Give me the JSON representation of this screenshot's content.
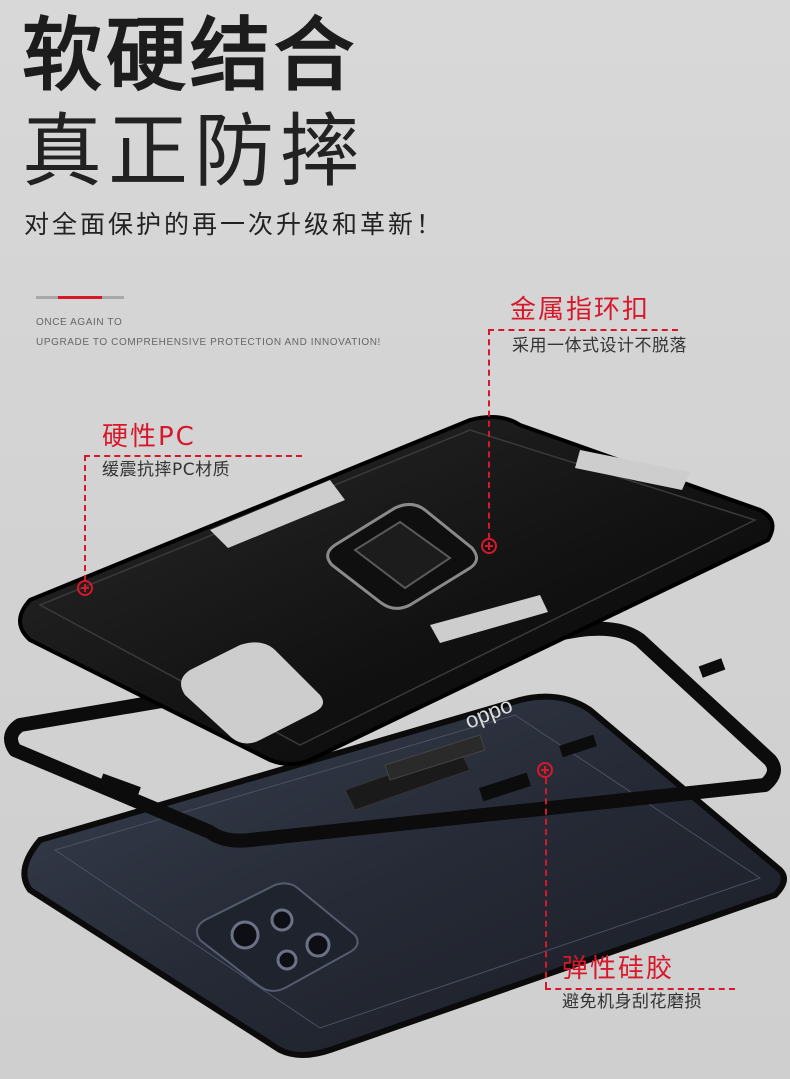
{
  "headline": {
    "line1": "软硬结合",
    "line2": "真正防摔"
  },
  "subhead": "对全面保护的再一次升级和革新！",
  "english": {
    "line1": "ONCE AGAIN TO",
    "line2": "UPGRADE TO COMPREHENSIVE PROTECTION AND INNOVATION!"
  },
  "callouts": {
    "ring": {
      "title": "金属指环扣",
      "desc": "采用一体式设计不脱落"
    },
    "pc": {
      "title": "硬性PC",
      "desc": "缓震抗摔PC材质"
    },
    "silicone": {
      "title": "弹性硅胶",
      "desc": "避免机身刮花磨损"
    }
  },
  "product": {
    "brand": "oppo"
  },
  "colors": {
    "accent": "#d7182a",
    "case": "#141414",
    "phone": "#2a2f3d"
  }
}
